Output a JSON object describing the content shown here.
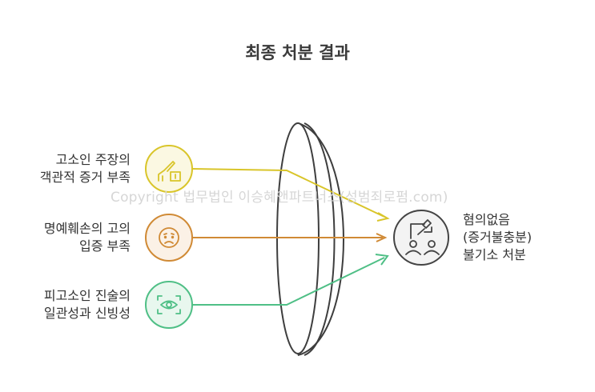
{
  "title": "최종 처분 결과",
  "inputs": [
    {
      "label": "고소인 주장의\n객관적 증거 부족",
      "color": "#d9c52a",
      "icon": "hand-writing-icon"
    },
    {
      "label": "명예훼손의 고의\n입증 부족",
      "color": "#d08a35",
      "icon": "worried-face-icon"
    },
    {
      "label": "피고소인 진술의\n일관성과 신빙성",
      "color": "#4fbf86",
      "icon": "eye-scan-icon"
    }
  ],
  "result": {
    "label": "혐의없음\n(증거불충분)\n불기소 처분",
    "icon": "judge-people-icon",
    "color": "#444444"
  },
  "watermark": "Copyright 법무법인 이승혜앤파트너스(성범죄로펌.com)"
}
